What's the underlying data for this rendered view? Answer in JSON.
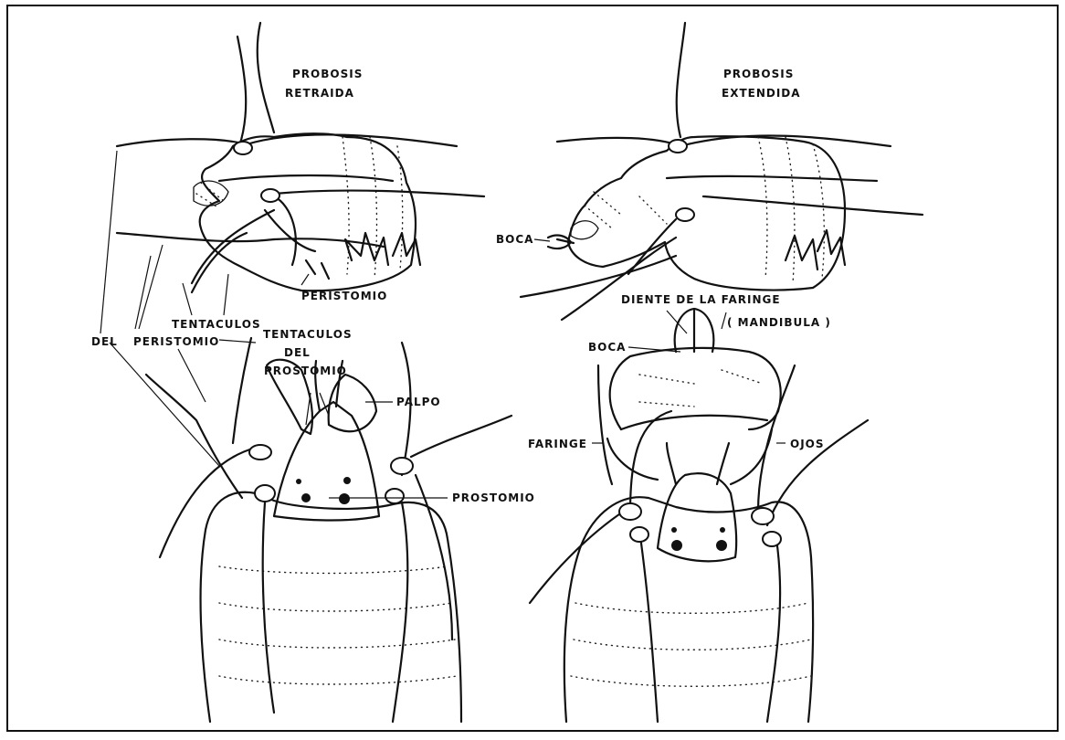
{
  "labels": {
    "probosis_retraida": [
      "PROBOSIS",
      "RETRAIDA"
    ],
    "probosis_extendida": [
      "PROBOSIS",
      "EXTENDIDA"
    ],
    "boca_top": "BOCA",
    "peristomio": "PERISTOMIO",
    "diente_faringe": "DIENTE DE LA FARINGE",
    "mandibula": "( MANDIBULA )",
    "boca_bottom": "BOCA",
    "tentaculos": "TENTACULOS",
    "del": "DEL",
    "peristomio_lower": "PERISTOMIO",
    "tentaculos_prostomio": [
      "TENTACULOS",
      "DEL",
      "PROSTOMIO"
    ],
    "palpo": "PALPO",
    "prostomio": "PROSTOMIO",
    "faringe": "FARINGE",
    "ojos": "OJOS"
  }
}
